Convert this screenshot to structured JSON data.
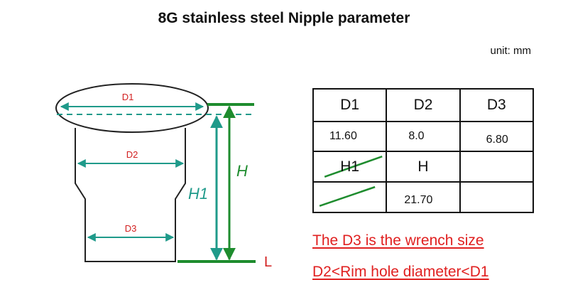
{
  "title": "8G stainless steel Nipple parameter",
  "unit": "unit: mm",
  "diagram": {
    "d1_label": "D1",
    "d2_label": "D2",
    "d3_label": "D3",
    "h1_label": "H1",
    "h_label": "H",
    "l_label": "L"
  },
  "table": {
    "headers": [
      "D1",
      "D2",
      "D3"
    ],
    "row1": [
      "11.60",
      "8.0",
      "6.80"
    ],
    "row2": [
      "H1",
      "H",
      ""
    ],
    "row3": [
      "",
      "21.70",
      ""
    ]
  },
  "notes": {
    "line1": "The D3 is the wrench size",
    "line2": "D2<Rim hole diameter<D1"
  },
  "colors": {
    "teal": "#1f9a8a",
    "green": "#1e8c2e",
    "red": "#d21f1f"
  }
}
